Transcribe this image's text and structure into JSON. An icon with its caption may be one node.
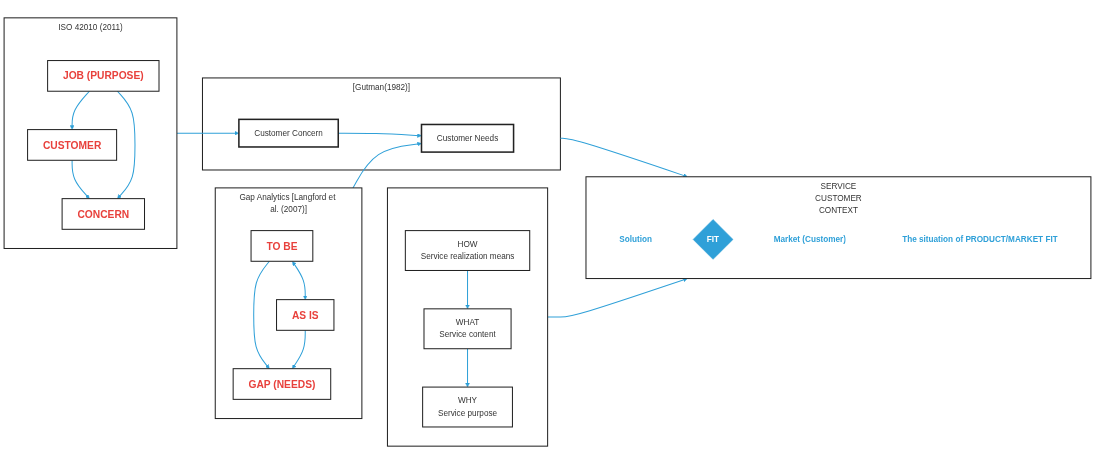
{
  "diagram": {
    "nodes": [
      {
        "text": [
          "Gap Analytics [Langford et al. (2007)]"
        ]
      },
      {
        "text": [
          "GAP (NEEDS)"
        ],
        "in": 0
      },
      {
        "text": [
          "TO BE"
        ],
        "in": 0
      },
      {
        "text": [
          "AS IS"
        ],
        "in": 0
      },
      {
        "text": [
          "ISO 42010 (2011)"
        ]
      },
      {
        "text": [
          "CONCERN"
        ],
        "in": 4
      },
      {
        "text": [
          "CUSTOMER"
        ],
        "in": 4
      },
      {
        "text": [
          "JOB (PURPOSE)"
        ],
        "in": 4
      },
      {
        "text": [],
        "shape": "box"
      },
      {
        "text": [
          "WHY",
          "Service purpose"
        ],
        "in": 8
      },
      {
        "text": [
          "WHAT",
          "Service content"
        ],
        "in": 8
      },
      {
        "text": [
          "HOW",
          "Service realization means"
        ],
        "in": 8
      },
      {
        "text": [
          "SERVICE",
          "CUSTOMER",
          "CONTEXT"
        ]
      },
      {
        "text": [
          "Solution"
        ],
        "in": 12
      },
      {
        "text": [
          "FIT"
        ],
        "in": 12
      },
      {
        "text": [
          "Market (Customer)"
        ],
        "in": 12
      },
      {
        "text": [
          "The situation of PRODUCT/MARKET FIT"
        ],
        "in": 12
      },
      {
        "text": [
          "[Gutman(1982)]"
        ]
      },
      {
        "text": [
          "Customer Needs"
        ],
        "in": 17
      },
      {
        "text": [
          "Customer Concern"
        ],
        "in": 17
      }
    ],
    "edges": [
      {
        "from": 2,
        "to": 3,
        "arrow": "both"
      },
      {
        "from": 2,
        "to": 1,
        "arrow": "to"
      },
      {
        "from": 3,
        "to": 1,
        "arrow": "to"
      },
      {
        "from": 6,
        "to": 5,
        "arrow": "to"
      },
      {
        "from": 7,
        "to": 5,
        "arrow": "to"
      },
      {
        "from": 7,
        "to": 6,
        "arrow": "to"
      },
      {
        "from": 0,
        "to": 18,
        "arrow": "to"
      },
      {
        "from": 4,
        "to": 19,
        "arrow": "to"
      },
      {
        "from": 19,
        "to": 18,
        "arrow": "to"
      },
      {
        "from": 17,
        "to": 12,
        "arrow": "to"
      },
      {
        "from": 11,
        "to": 10,
        "arrow": "to"
      },
      {
        "from": 10,
        "to": 9,
        "arrow": "to"
      },
      {
        "from": 8,
        "to": 12,
        "arrow": "to"
      }
    ]
  }
}
